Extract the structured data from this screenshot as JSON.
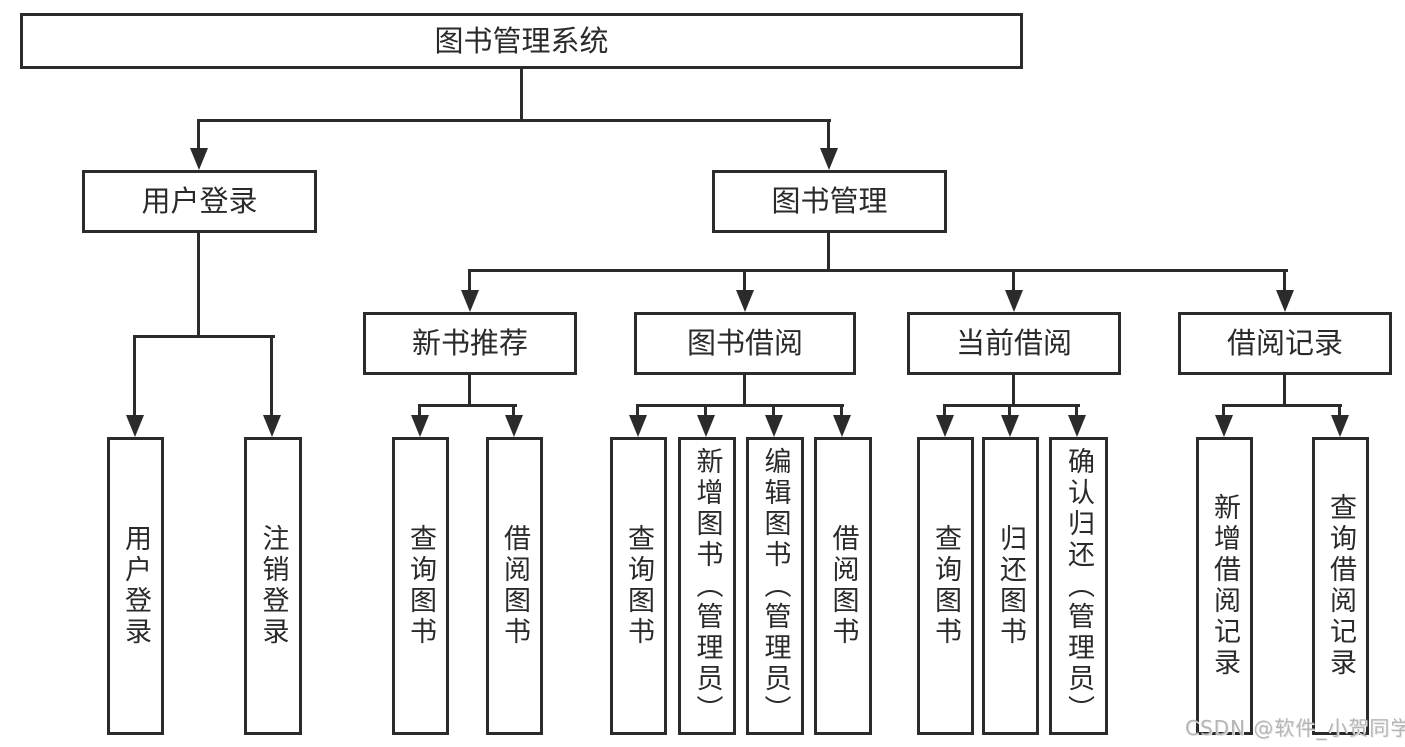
{
  "tree": {
    "label": "图书管理系统",
    "children": [
      {
        "label": "用户登录",
        "children": [
          {
            "label": "用户登录"
          },
          {
            "label": "注销登录"
          }
        ]
      },
      {
        "label": "图书管理",
        "children": [
          {
            "label": "新书推荐",
            "children": [
              {
                "label": "查询图书"
              },
              {
                "label": "借阅图书"
              }
            ]
          },
          {
            "label": "图书借阅",
            "children": [
              {
                "label": "查询图书"
              },
              {
                "label": "新增图书（管理员）"
              },
              {
                "label": "编辑图书（管理员）"
              },
              {
                "label": "借阅图书"
              }
            ]
          },
          {
            "label": "当前借阅",
            "children": [
              {
                "label": "查询图书"
              },
              {
                "label": "归还图书"
              },
              {
                "label": "确认归还（管理员）"
              }
            ]
          },
          {
            "label": "借阅记录",
            "children": [
              {
                "label": "新增借阅记录"
              },
              {
                "label": "查询借阅记录"
              }
            ]
          }
        ]
      }
    ]
  },
  "watermark": {
    "text": "CSDN @软件_小贺同学"
  },
  "colors": {
    "line": "#2b2b2b",
    "text": "#2a2a2a",
    "watermark": "#b6b6b6",
    "background": "#ffffff"
  }
}
